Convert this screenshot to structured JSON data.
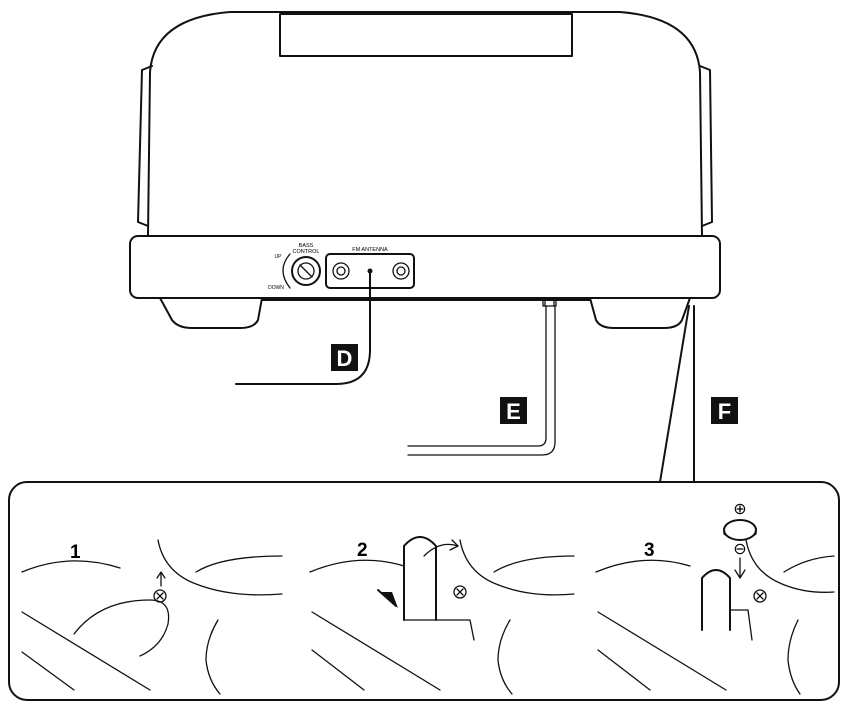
{
  "panel_labels": {
    "d": "D",
    "e": "E",
    "f": "F"
  },
  "steps": [
    "1",
    "2",
    "3"
  ],
  "rear_panel": {
    "bass_control_line1": "BASS",
    "bass_control_line2": "CONTROL",
    "bass_up": "UP",
    "bass_down": "DOWN",
    "fm_antenna": "FM ANTENNA"
  },
  "battery": {
    "plus": "⊕",
    "minus": "⊖"
  }
}
